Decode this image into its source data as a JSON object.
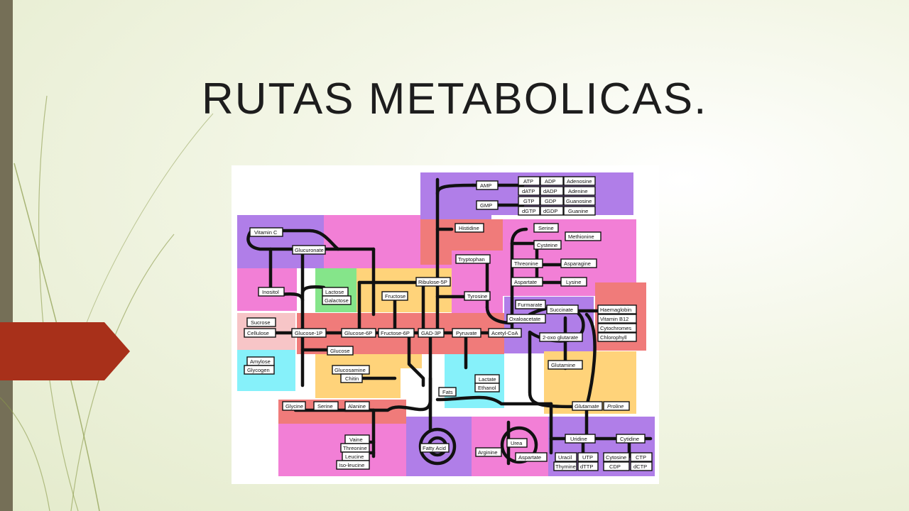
{
  "slide": {
    "title": "RUTAS METABOLICAS.",
    "accent_color": "#a8301a",
    "bar_color": "#756f57"
  },
  "diagram": {
    "nodes": {
      "amp": "AMP",
      "gmp": "GMP",
      "atp": "ATP",
      "adp": "ADP",
      "adenosine": "Adenosine",
      "datp": "dATP",
      "dadp": "dADP",
      "adenine": "Adenine",
      "gtp": "GTP",
      "gdp": "GDP",
      "guanosine": "Guanosine",
      "dgtp": "dGTP",
      "dgdp": "dGDP",
      "guanine": "Guanine",
      "histidine": "Histidine",
      "vitamin_c": "Vitamin C",
      "glucuronate": "Glucuronate",
      "inositol": "Inositol",
      "lactose": "Lactose",
      "galactose": "Galactose",
      "fructose": "Fructose",
      "ribulose_5p": "Ribulose-5P",
      "tryptophan": "Tryptophan",
      "tyrosine": "Tyrosine",
      "serine_top": "Serine",
      "methionine": "Methionine",
      "cysteine": "Cysteine",
      "threonine_top": "Threonine",
      "asparagine": "Asparagine",
      "aspartate_top": "Aspartate",
      "lysine": "Lysine",
      "furmarate": "Furmarate",
      "succinate": "Succinate",
      "haemaglobin": "Haemaglobin",
      "vitamin_b12": "Vitamin B12",
      "cytochromes": "Cytochromes",
      "chlorophyll": "Chlorophyll",
      "oxaloacetate": "Oxaloacetate",
      "oxo_glutarate": "2-oxo glutarate",
      "sucrose": "Sucrose",
      "cellulose": "Cellulose",
      "glucose_1p": "Glucose-1P",
      "glucose_6p": "Glucose-6P",
      "fructose_6p": "Fructose-6P",
      "gad_3p": "GAD-3P",
      "pyruvate": "Pyruvate",
      "acetyl_coa": "Acetyl-CoA",
      "glucose": "Glucose",
      "amylose": "Amylose",
      "glycogen": "Glycogen",
      "glucosamine": "Glucosamine",
      "chitin": "Chitin",
      "lactate": "Lactate",
      "ethanol": "Ethanol",
      "glutamine": "Glutamine",
      "fats": "Fats",
      "glutamate": "Glutamate",
      "proline": "Proline",
      "glycine": "Glycine",
      "serine_bottom": "Serine",
      "alanine": "Alanine",
      "valine": "Vaine",
      "threonine_bottom": "Threonine",
      "leucine": "Leucine",
      "isoleucine": "Iso-leucine",
      "fatty_acid": "Fatty Acid",
      "arginine": "Arginine",
      "urea": "Urea",
      "aspartate_bottom": "Aspartate",
      "uridine": "Uridine",
      "cytidine": "Cytidine",
      "uracil": "Uracil",
      "utp": "UTP",
      "cytosine": "Cytosine",
      "ctp": "CTP",
      "thymine": "Thymine",
      "dttp": "dTTP",
      "cdp": "CDP",
      "dctp": "dCTP"
    }
  }
}
